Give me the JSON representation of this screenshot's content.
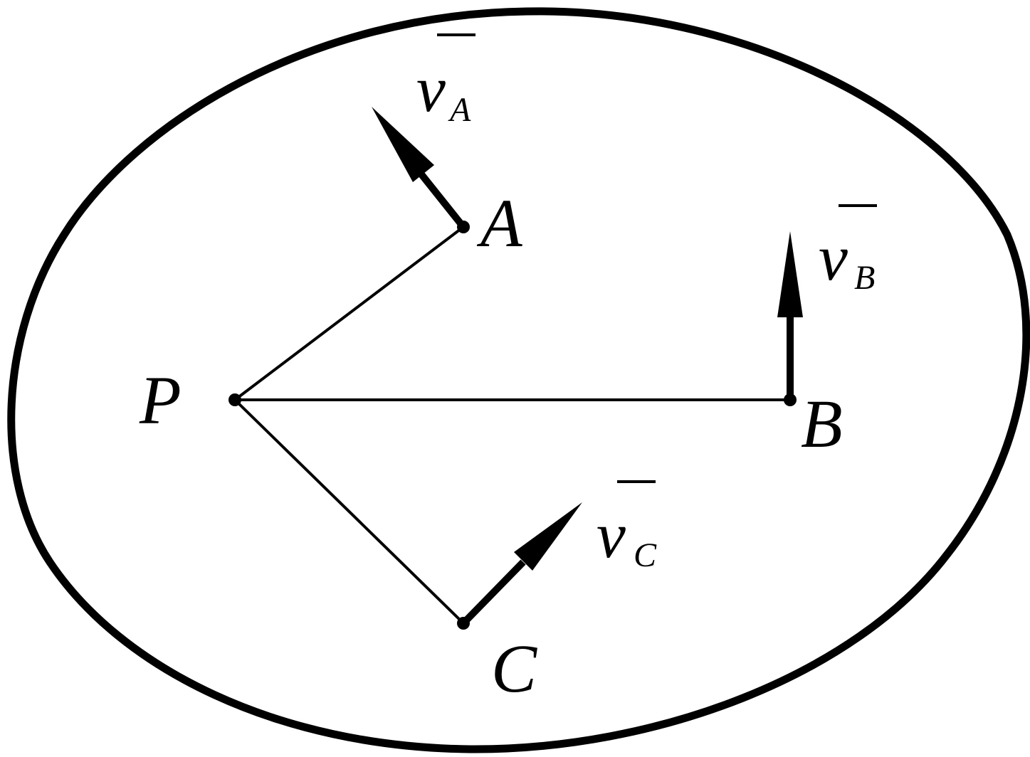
{
  "colors": {
    "stroke": "#000000",
    "background": "#ffffff"
  },
  "points": {
    "P": "P",
    "A": "A",
    "B": "B",
    "C": "C"
  },
  "velocities": {
    "vA": {
      "symbol": "v",
      "subscript": "A"
    },
    "vB": {
      "symbol": "v",
      "subscript": "B"
    },
    "vC": {
      "symbol": "v",
      "subscript": "C"
    }
  }
}
